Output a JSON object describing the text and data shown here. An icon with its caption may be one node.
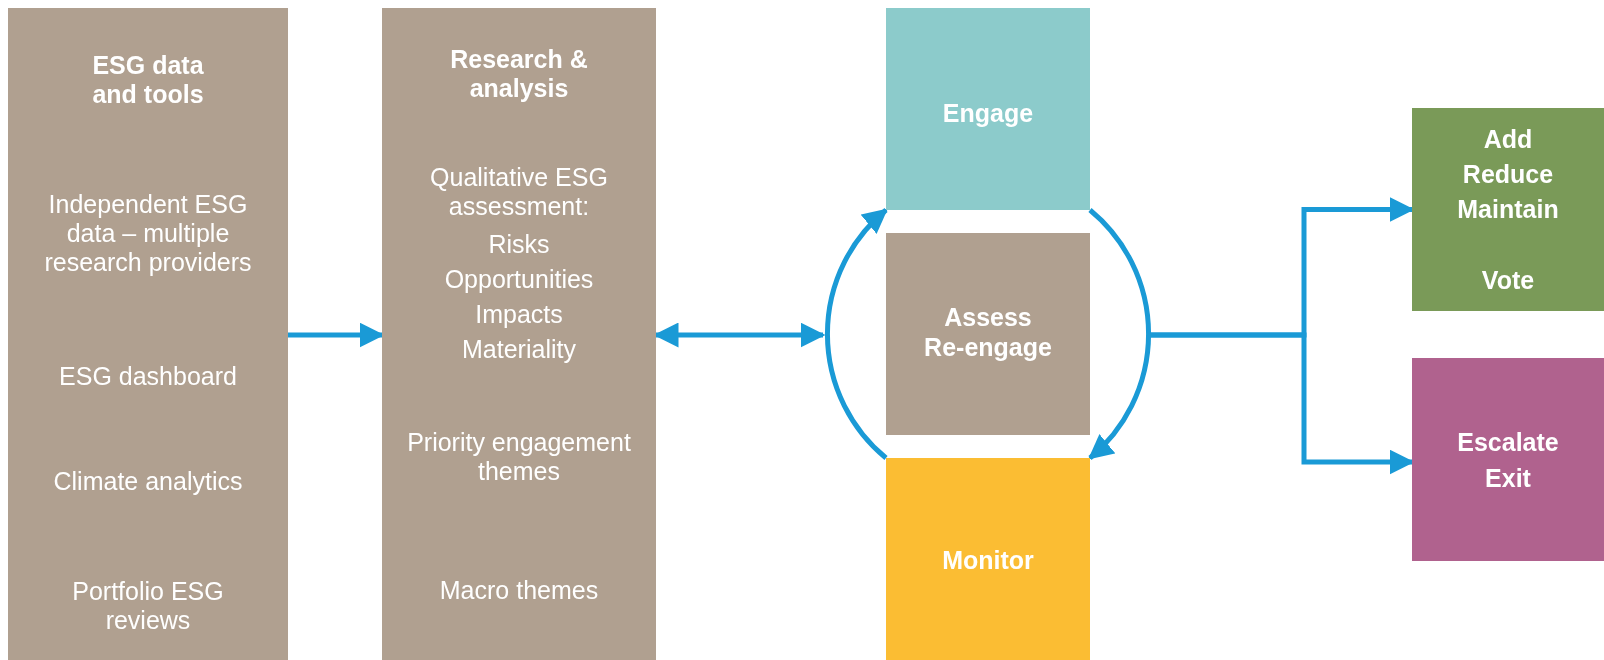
{
  "diagram": {
    "nodes": [
      {
        "text": [
          "ESG data and tools",
          "Independent ESG data – multiple research providers",
          "ESG dashboard",
          "Climate analytics",
          "Portfolio ESG reviews"
        ]
      },
      {
        "text": [
          "Research & analysis",
          "Qualitative ESG assessment:",
          "Risks",
          "Opportunities",
          "Impacts",
          "Materiality",
          "Priority engagement themes",
          "Macro themes"
        ]
      },
      {
        "text": [
          "Engage"
        ]
      },
      {
        "text": [
          "Assess",
          "Re-engage"
        ]
      },
      {
        "text": [
          "Monitor"
        ]
      },
      {
        "text": [
          "Add",
          "Reduce",
          "Maintain",
          "Vote"
        ]
      },
      {
        "text": [
          "Escalate",
          "Exit"
        ]
      }
    ],
    "edges": [
      {
        "from": 0,
        "to": 1,
        "arrow": "to"
      },
      {
        "from": 1,
        "to": null,
        "arrow": "both"
      },
      {
        "from": 4,
        "to": 2,
        "arrow": "to"
      },
      {
        "from": 2,
        "to": 4,
        "arrow": "to"
      },
      {
        "from": null,
        "to": 5,
        "arrow": "to"
      },
      {
        "from": null,
        "to": 6,
        "arrow": "to"
      }
    ]
  }
}
